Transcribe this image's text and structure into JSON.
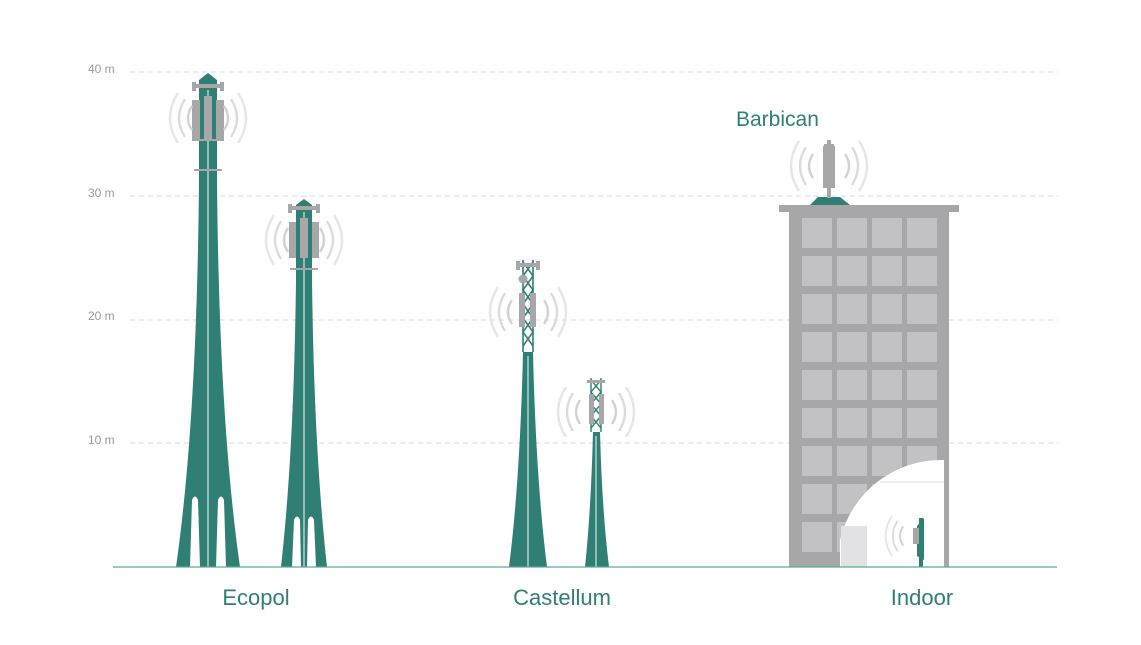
{
  "axis": {
    "ticks": [
      "40 m",
      "30 m",
      "20 m",
      "10 m"
    ]
  },
  "groups": {
    "ecopol": "Ecopol",
    "castellum": "Castellum",
    "indoor": "Indoor"
  },
  "callouts": {
    "barbican": "Barbican"
  },
  "colors": {
    "tower": "#2f7f74",
    "antenna": "#a7a7a9",
    "building": "#a7a7a9",
    "window": "#c2c2c4",
    "gridline": "#d9d9d9",
    "ground": "#5ea89d"
  },
  "icons": [
    "signal-waves-icon",
    "antenna-panel-icon",
    "lattice-mast-icon",
    "building-icon",
    "indoor-antenna-icon"
  ]
}
